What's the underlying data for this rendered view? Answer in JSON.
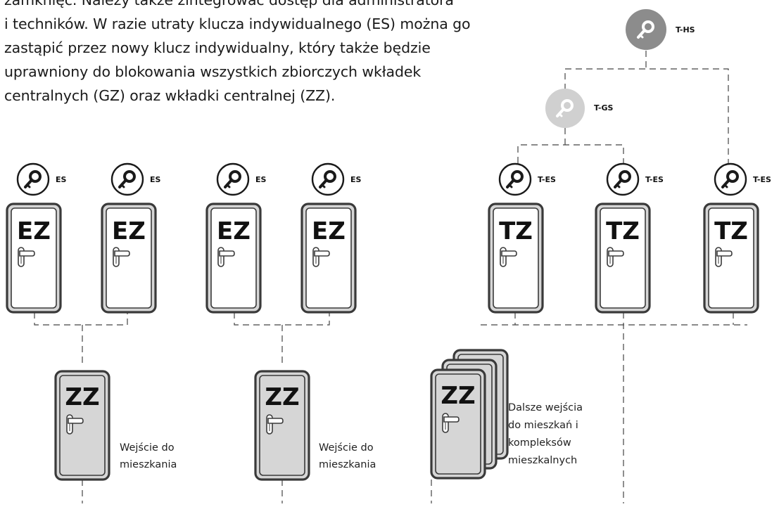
{
  "intro": {
    "lines": [
      "zamknięć. Należy także zintegrować dostęp dla administratora",
      "i techników. W razie utraty klucza indywidualnego (ES) można go",
      "zastąpić przez nowy klucz indywidualny, który także będzie",
      "uprawniony do blokowania wszystkich zbiorczych wkładek",
      "centralnych (GZ) oraz wkładki centralnej (ZZ)."
    ]
  },
  "keys": {
    "master": {
      "label": "T-HS",
      "color": "#8c8c8c"
    },
    "group": {
      "label": "T-GS",
      "color": "#d0d0d0"
    },
    "individual": [
      "ES",
      "ES",
      "ES",
      "ES"
    ],
    "technician": [
      "T-ES",
      "T-ES",
      "T-ES"
    ]
  },
  "doors": {
    "individual": [
      "EZ",
      "EZ",
      "EZ",
      "EZ"
    ],
    "technician": [
      "TZ",
      "TZ",
      "TZ"
    ],
    "central": [
      "ZZ",
      "ZZ",
      "ZZ"
    ]
  },
  "captions": {
    "central_1": [
      "Wejście do",
      "mieszkania"
    ],
    "central_2": [
      "Wejście do",
      "mieszkania"
    ],
    "central_3": [
      "Dalsze wejścia",
      "do mieszkań i",
      "kompleksów",
      "mieszkalnych"
    ]
  },
  "colors": {
    "door_fill": "#d6d6d6",
    "door_stroke": "#3a3a3a",
    "line": "#444444"
  }
}
